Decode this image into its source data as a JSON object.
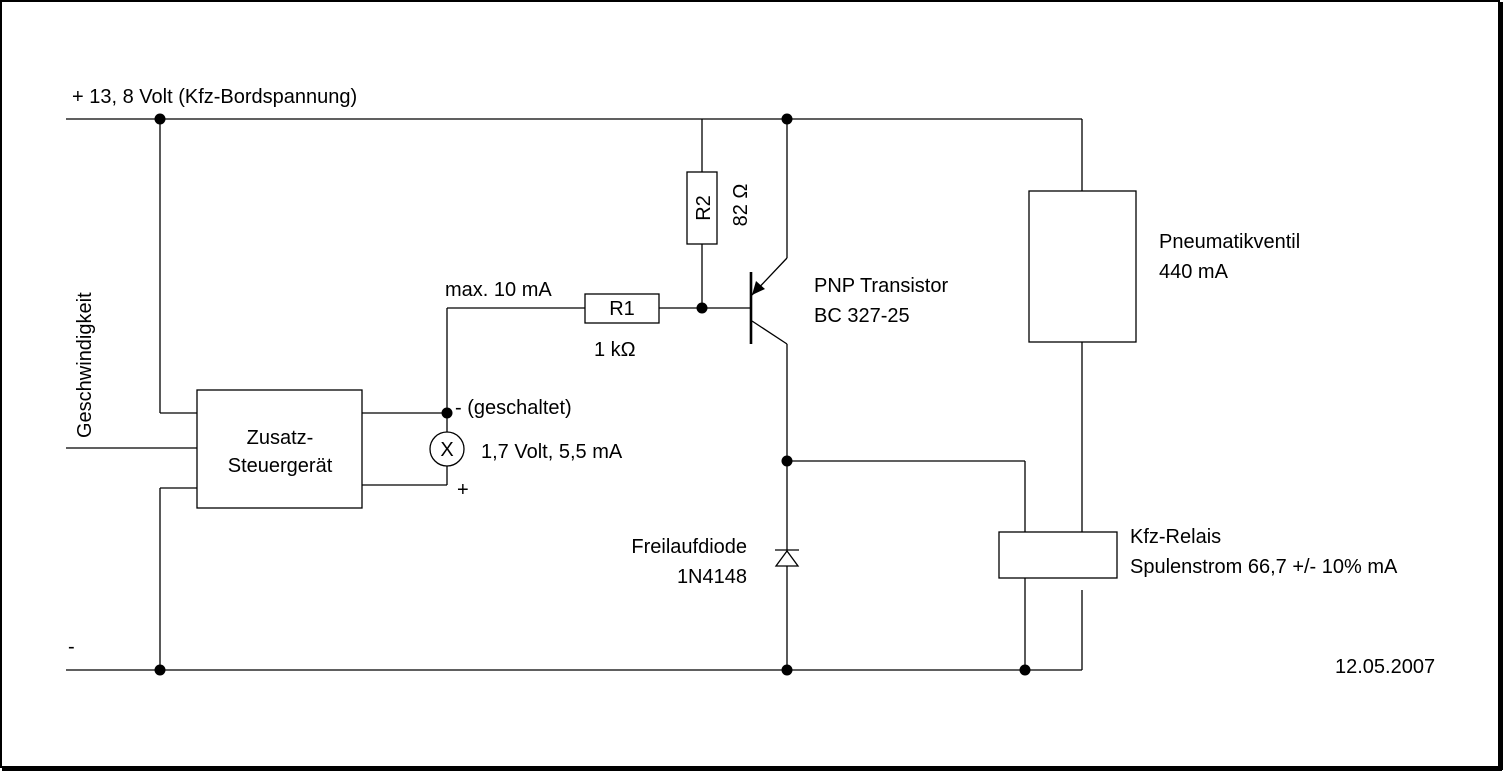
{
  "diagram": {
    "supply_label": "+ 13, 8 Volt (Kfz-Bordspannung)",
    "ground_label": "-",
    "speed_label": "Geschwindigkeit",
    "control_unit": {
      "line1": "Zusatz-",
      "line2": "Steuergerät"
    },
    "switched_label": "- (geschaltet)",
    "lamp": {
      "symbol": "X",
      "label": "1,7 Volt, 5,5 mA",
      "plus": "+"
    },
    "r1": {
      "name": "R1",
      "value": "1 kΩ",
      "current": "max. 10 mA"
    },
    "r2": {
      "name": "R2",
      "value": "82 Ω"
    },
    "transistor": {
      "line1": "PNP Transistor",
      "line2": "BC 327-25"
    },
    "diode": {
      "line1": "Freilaufdiode",
      "line2": "1N4148"
    },
    "valve": {
      "line1": "Pneumatikventil",
      "line2": "440 mA"
    },
    "relay": {
      "line1": "Kfz-Relais",
      "line2": "Spulenstrom 66,7 +/- 10% mA"
    },
    "date": "12.05.2007"
  }
}
